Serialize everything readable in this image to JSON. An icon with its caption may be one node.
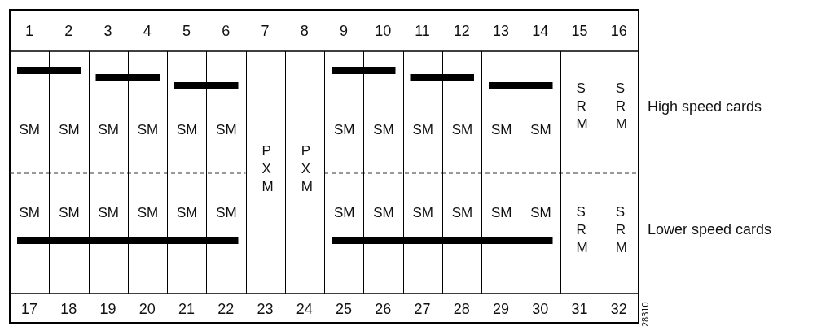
{
  "diagram": {
    "nodes": [
      {
        "text": [
          "SM",
          "SM"
        ]
      },
      {
        "text": [
          "SM",
          "SM"
        ]
      },
      {
        "text": [
          "SM",
          "SM"
        ]
      },
      {
        "text": [
          "SM",
          "SM"
        ]
      },
      {
        "text": [
          "SM",
          "SM"
        ]
      },
      {
        "text": [
          "SM",
          "SM"
        ]
      },
      {
        "text": [
          "P X M"
        ]
      },
      {
        "text": [
          "P X M"
        ]
      },
      {
        "text": [
          "SM",
          "SM"
        ]
      },
      {
        "text": [
          "SM",
          "SM"
        ]
      },
      {
        "text": [
          "SM",
          "SM"
        ]
      },
      {
        "text": [
          "SM",
          "SM"
        ]
      },
      {
        "text": [
          "SM",
          "SM"
        ]
      },
      {
        "text": [
          "SM",
          "SM"
        ]
      },
      {
        "text": [
          "S R M",
          "S R M"
        ]
      },
      {
        "text": [
          "S R M",
          "S R M"
        ]
      }
    ],
    "labels": [
      "1",
      "2",
      "3",
      "4",
      "5",
      "6",
      "7",
      "8",
      "9",
      "10",
      "11",
      "12",
      "13",
      "14",
      "15",
      "16",
      "High speed cards",
      "Lower speed cards",
      "17",
      "18",
      "19",
      "20",
      "21",
      "22",
      "23",
      "24",
      "25",
      "26",
      "27",
      "28",
      "29",
      "30",
      "31",
      "32",
      "28310"
    ]
  }
}
